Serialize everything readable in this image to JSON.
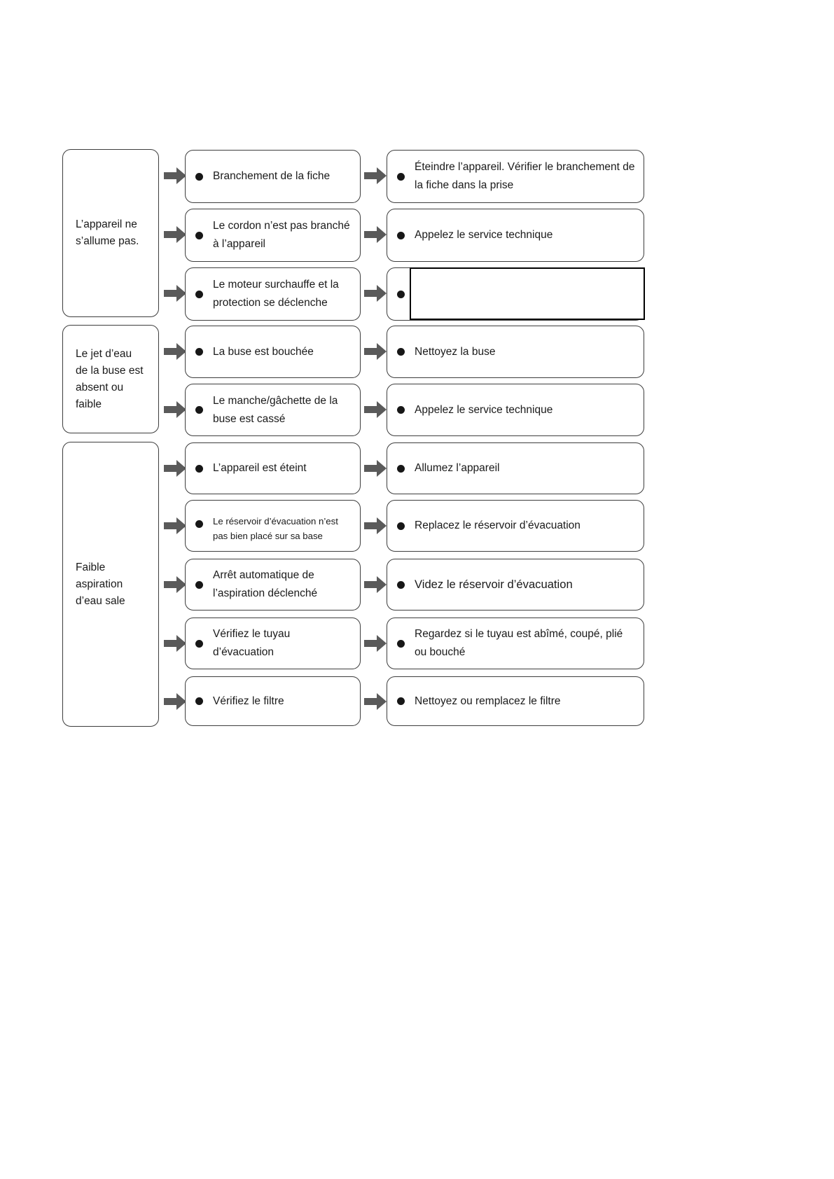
{
  "document": {
    "title": "Guide de dépannage",
    "type": "troubleshooting-flowchart",
    "language": "fr",
    "colors": {
      "page_background": "#ffffff",
      "node_border": "#3d3d3d",
      "node_background": "#ffffff",
      "text": "#1a1a1a",
      "bullet": "#171717",
      "arrow": "#5a5a5a",
      "overlay_box_border": "#000000"
    }
  },
  "columns": {
    "symptom_header": "",
    "cause_header": "",
    "remedy_header": ""
  },
  "sections": [
    {
      "id": "section-no-power",
      "symptom": "L’appareil ne s’allume pas.",
      "rows": [
        {
          "cause": "Branchement de la fiche",
          "remedy": "Éteindre l’appareil. Vérifier le branchement de la fiche dans la prise"
        },
        {
          "cause": "Le cordon n’est pas branché à l’appareil",
          "remedy": "Appelez le service technique"
        },
        {
          "cause": "Le moteur surchauffe et la protection se déclenche",
          "remedy": ""
        }
      ]
    },
    {
      "id": "section-no-spray",
      "symptom": "Le jet d’eau de la buse est absent ou faible",
      "rows": [
        {
          "cause": "La buse est bouchée",
          "remedy": "Nettoyez la buse"
        },
        {
          "cause": "Le manche/gâchette de la buse est cassé",
          "remedy": "Appelez le service technique"
        }
      ]
    },
    {
      "id": "section-low-suction",
      "symptom": "Faible aspiration d’eau sale",
      "rows": [
        {
          "cause": "L’appareil est éteint",
          "remedy": "Allumez l’appareil"
        },
        {
          "cause": "Le réservoir d’évacuation n’est pas bien placé sur sa base",
          "remedy": "Replacez le réservoir d’évacuation"
        },
        {
          "cause": "Arrêt automatique de l’aspiration déclenché",
          "remedy": "Videz le réservoir d’évacuation"
        },
        {
          "cause": "Vérifiez le tuyau d’évacuation",
          "remedy": "Regardez si le tuyau est abîmé, coupé, plié ou bouché"
        },
        {
          "cause": "Vérifiez le filtre",
          "remedy": "Nettoyez ou remplacez le filtre"
        }
      ]
    }
  ],
  "overlay_box": {
    "label": "",
    "note": "empty black-bordered rectangle overlapping the third remedy cell"
  },
  "icons": {
    "arrow": "right-block-arrow-icon",
    "bullet": "bullet-dot-icon"
  }
}
